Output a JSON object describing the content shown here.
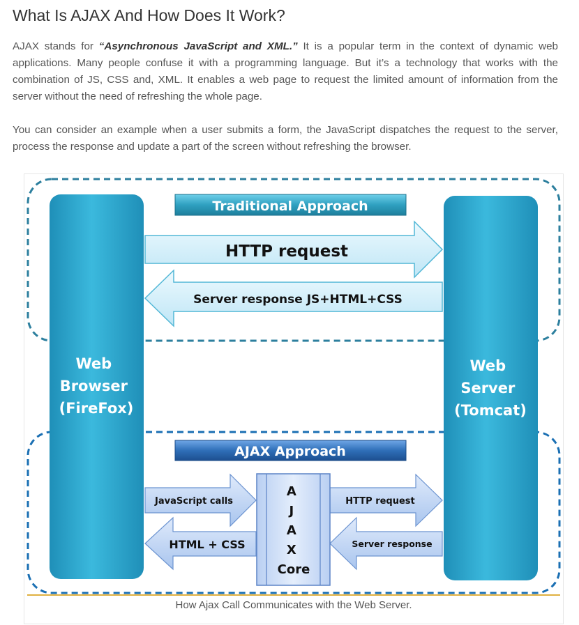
{
  "article": {
    "title": "What Is AJAX And How Does It Work?",
    "p1_a": "AJAX stands for ",
    "p1_bold": "“Asynchronous JavaScript and XML.”",
    "p1_b": " It is a popular term in the context of dynamic web applications. Many people confuse it with a programming language. But it’s a technology that works with the combination of JS, CSS and, XML. It enables a web page to request the limited amount of information from the server without the need of refreshing the whole page.",
    "p2": "You can consider an example when a user submits a form, the JavaScript dispatches the request to the server, process the response and update a part of the screen without refreshing the browser."
  },
  "diagram": {
    "traditional_label": "Traditional Approach",
    "ajax_label": "AJAX Approach",
    "http_request_big": "HTTP request",
    "server_response_big": "Server response JS+HTML+CSS",
    "browser_lines": [
      "Web",
      "Browser",
      "(FireFox)"
    ],
    "server_lines": [
      "Web",
      "Server",
      "(Tomcat)"
    ],
    "js_calls": "JavaScript calls",
    "html_css": "HTML + CSS",
    "http_request_small": "HTTP request",
    "server_response_small": "Server response",
    "core_lines": [
      "A",
      "J",
      "A",
      "X",
      "Core"
    ],
    "caption": "How Ajax Call Communicates with the Web Server.",
    "colors": {
      "pillar": "#2aa6cc",
      "dashed_top": "#2c7f9e",
      "dashed_bottom": "#1a6fb3",
      "trad_banner": "#2fa0c0",
      "ajax_banner": "#2f6fb8",
      "arrow_light": "#d8f1fb",
      "arrow_blue": "#bcd4f3",
      "caption_rule": "#e0b040"
    }
  }
}
